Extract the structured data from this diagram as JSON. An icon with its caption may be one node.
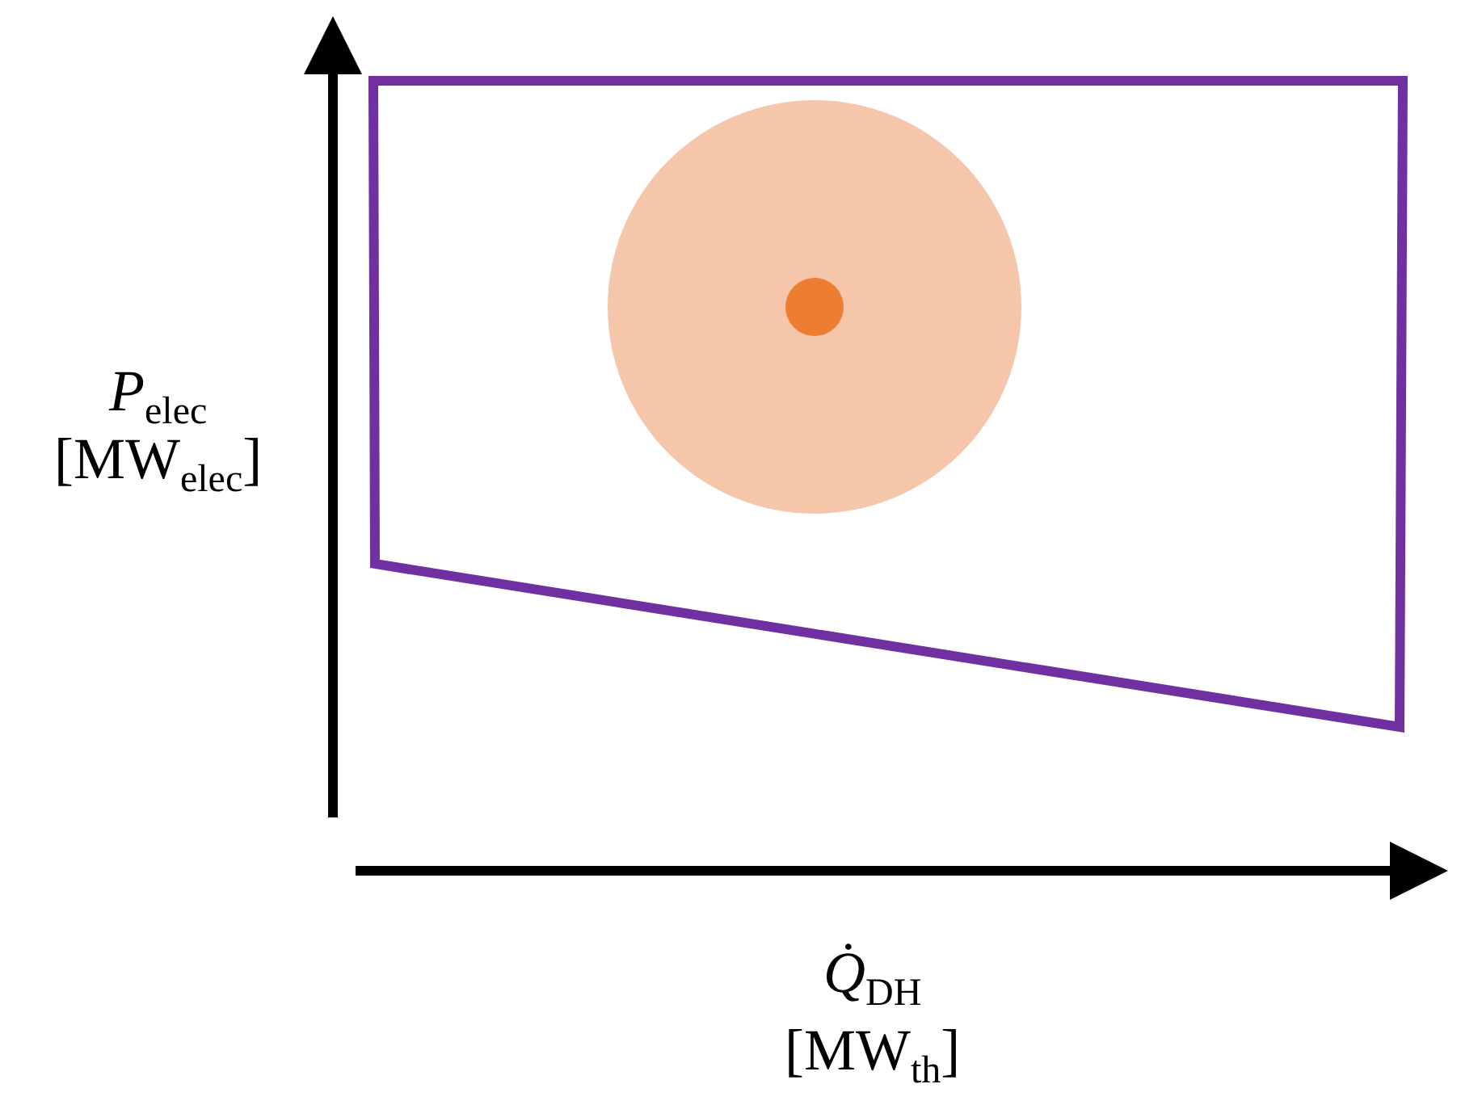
{
  "diagram": {
    "labels": [
      "*P*$_{elec}$",
      "[MW$_{elec}$]",
      "*Q̇*$_{DH}$",
      "[MW$_{th}$]"
    ]
  }
}
